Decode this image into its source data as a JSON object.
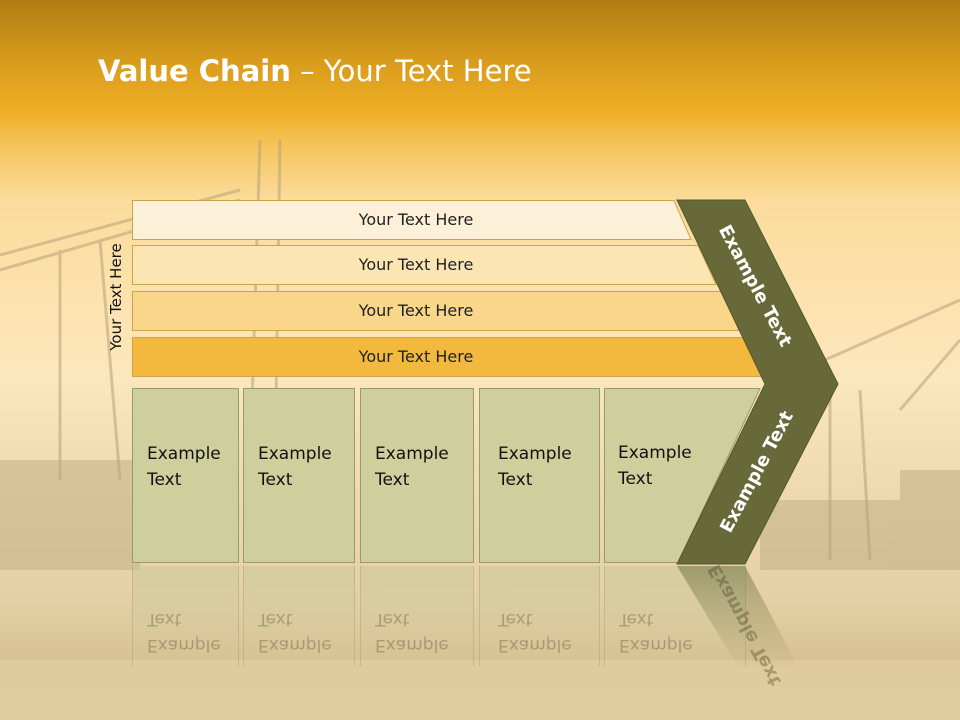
{
  "title": {
    "bold": "Value Chain",
    "rest": " – Your Text Here"
  },
  "side_label": "Your Text Here",
  "bars": [
    {
      "label": "Your Text Here",
      "color": "#fcf1d8"
    },
    {
      "label": "Your Text Here",
      "color": "#fbe5b2"
    },
    {
      "label": "Your Text Here",
      "color": "#f9d68a"
    },
    {
      "label": "Your Text Here",
      "color": "#f3b93e"
    }
  ],
  "boxes": [
    {
      "line1": "Example",
      "line2": "Text"
    },
    {
      "line1": "Example",
      "line2": "Text"
    },
    {
      "line1": "Example",
      "line2": "Text"
    },
    {
      "line1": "Example",
      "line2": "Text"
    },
    {
      "line1": "Example",
      "line2": "Text"
    }
  ],
  "chevron": {
    "upper": "Example Text",
    "lower": "Example Text",
    "color": "#676a38"
  },
  "colors": {
    "box": "#cfcf9e",
    "title_band": "#efae24"
  }
}
